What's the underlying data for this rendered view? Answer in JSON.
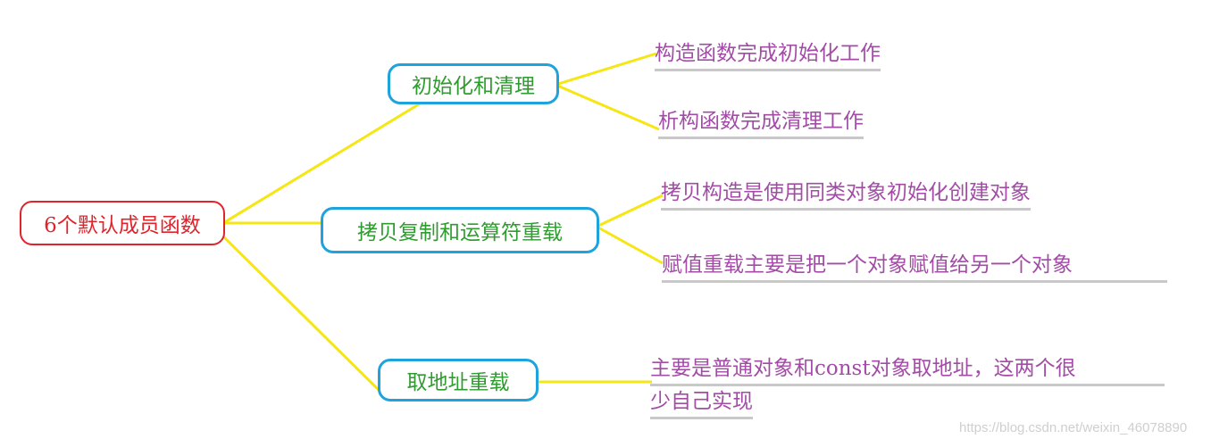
{
  "colors": {
    "root_border": "#e0242c",
    "root_text": "#e0242c",
    "branch_border": "#1ea3dc",
    "branch_text": "#2f9c2f",
    "leaf_text": "#a24ca6",
    "leaf_underline": "#c8c8c8",
    "connector": "#f5e614"
  },
  "root": {
    "label": "6个默认成员函数"
  },
  "branches": [
    {
      "label": "初始化和清理",
      "leaves": [
        "构造函数完成初始化工作",
        "析构函数完成清理工作"
      ]
    },
    {
      "label": "拷贝复制和运算符重载",
      "leaves": [
        "拷贝构造是使用同类对象初始化创建对象",
        "赋值重载主要是把一个对象赋值给另一个对象"
      ]
    },
    {
      "label": "取地址重载",
      "leaves": [
        "主要是普通对象和const对象取地址，这两个很",
        "少自己实现"
      ]
    }
  ],
  "watermark": "https://blog.csdn.net/weixin_46078890"
}
